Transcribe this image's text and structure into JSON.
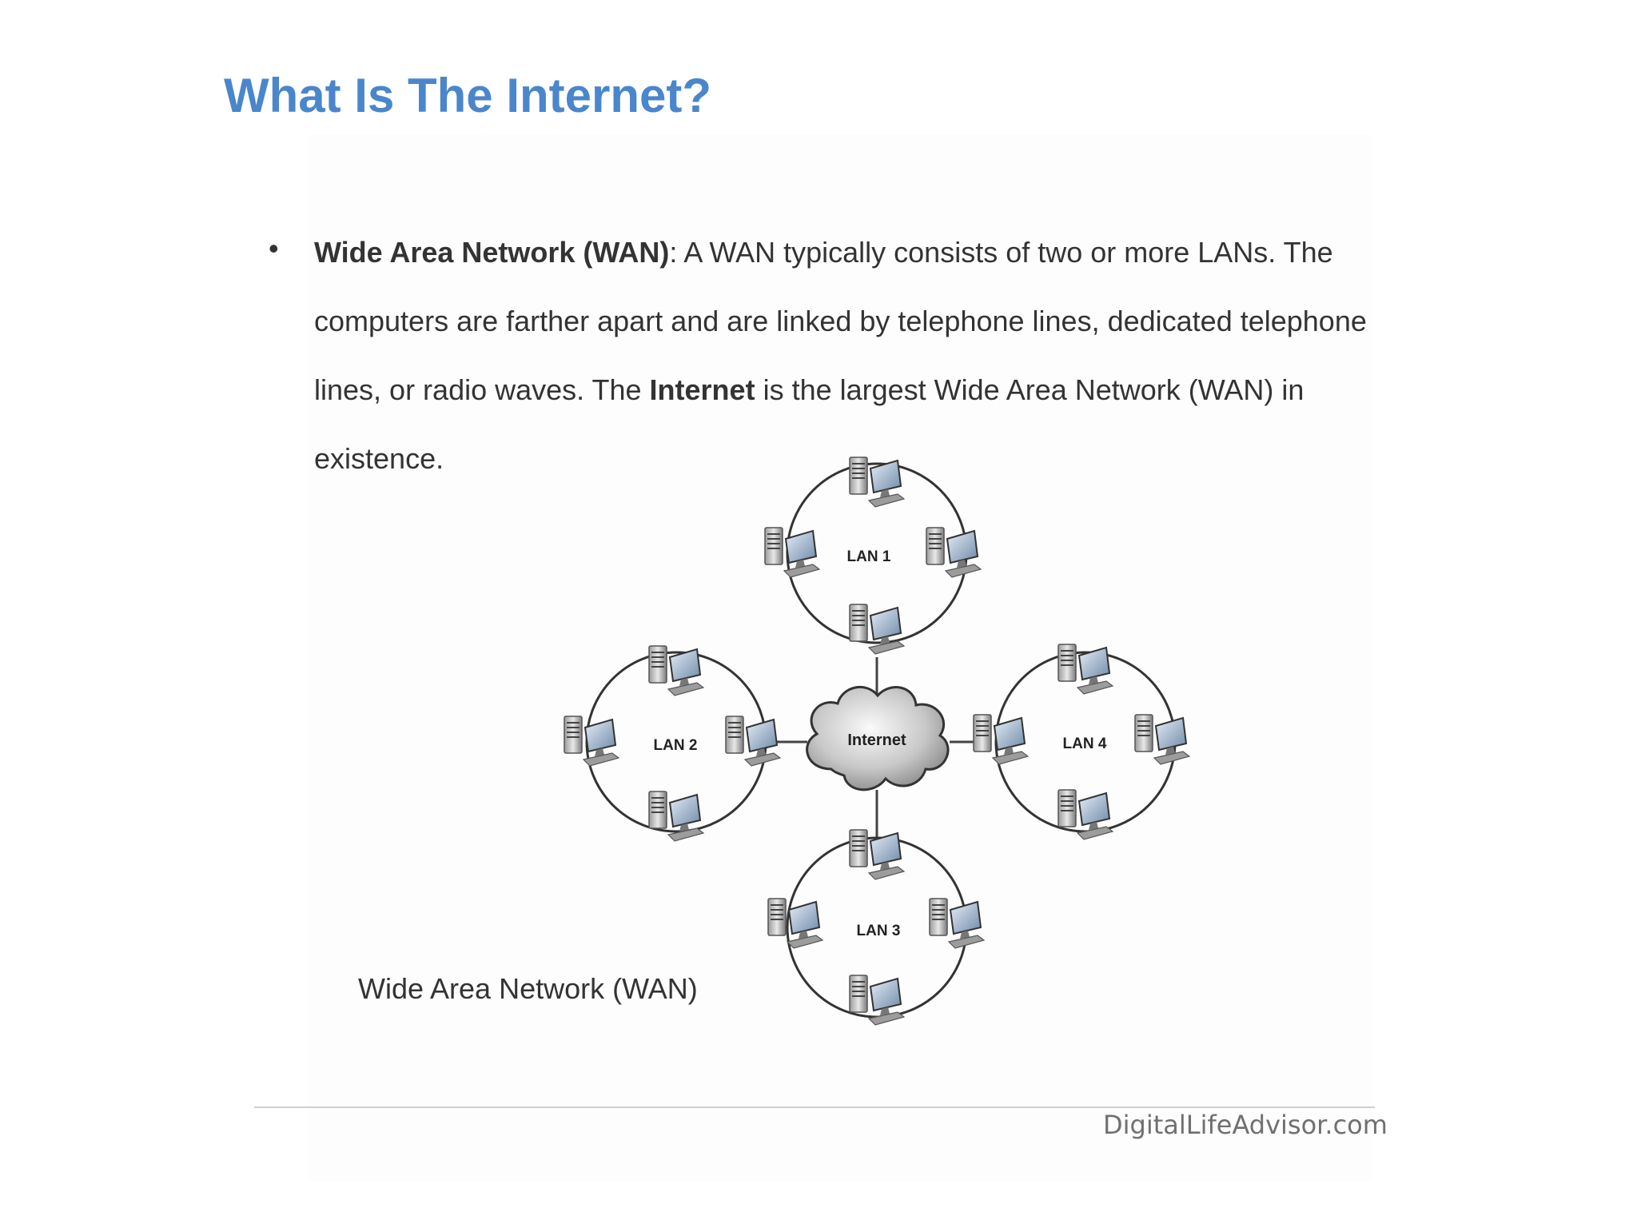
{
  "title": "What Is The Internet?",
  "bullet": {
    "term": "Wide Area Network (WAN)",
    "text_1": ": A WAN typically consists of two or more LANs. The computers are farther apart and are linked by telephone lines, dedicated telephone lines, or radio waves. The ",
    "emphasis": "Internet",
    "text_2": " is the largest Wide Area Network (WAN) in existence."
  },
  "diagram": {
    "center_label": "Internet",
    "lans": [
      {
        "label": "LAN 1"
      },
      {
        "label": "LAN 2"
      },
      {
        "label": "LAN 3"
      },
      {
        "label": "LAN 4"
      }
    ]
  },
  "caption": "Wide Area Network (WAN)",
  "footer": {
    "brand": "DigitalLifeAdvisor.com"
  }
}
